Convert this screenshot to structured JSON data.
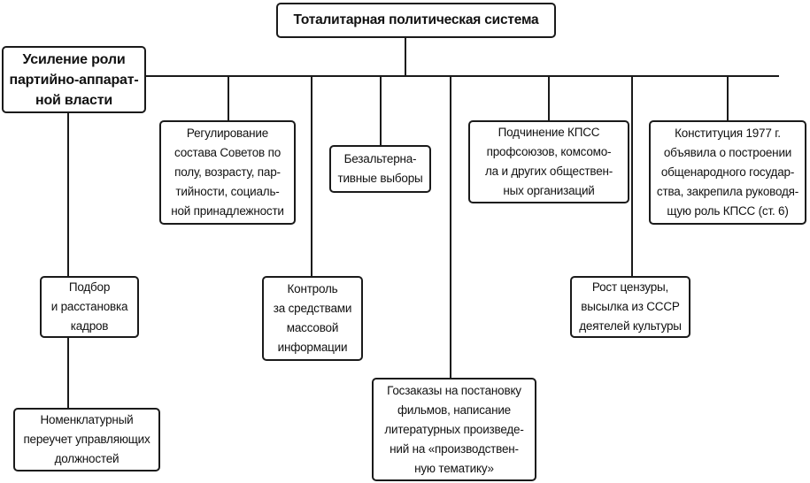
{
  "diagram": {
    "root": "Тоталитарная политическая система",
    "party_power": "Усиление роли\nпартийно-аппарат-\nной власти",
    "soviets": "Регулирование\nсостава Советов по\nполу, возрасту, пар-\nтийности, социаль-\nной принадлежности",
    "elections": "Безальтерна-\nтивные выборы",
    "subordination": "Подчинение КПСС\nпрофсоюзов, комсомо-\nла и других обществен-\nных организаций",
    "constitution": "Конституция 1977 г.\nобъявила о построении\nобщенародного государ-\nства, закрепила руководя-\nщую роль КПСС (ст. 6)",
    "cadres": "Подбор\nи расстановка\nкадров",
    "media": "Контроль\nза средствами\nмассовой\nинформации",
    "censorship": "Рост цензуры,\nвысылка из СССР\nдеятелей культуры",
    "nomenklatura": "Номенклатурный\nпереучет управляющих\nдолжностей",
    "state_orders": "Госзаказы на постановку\nфильмов, написание\nлитературных произведе-\nний на «производствен-\nную тематику»"
  }
}
